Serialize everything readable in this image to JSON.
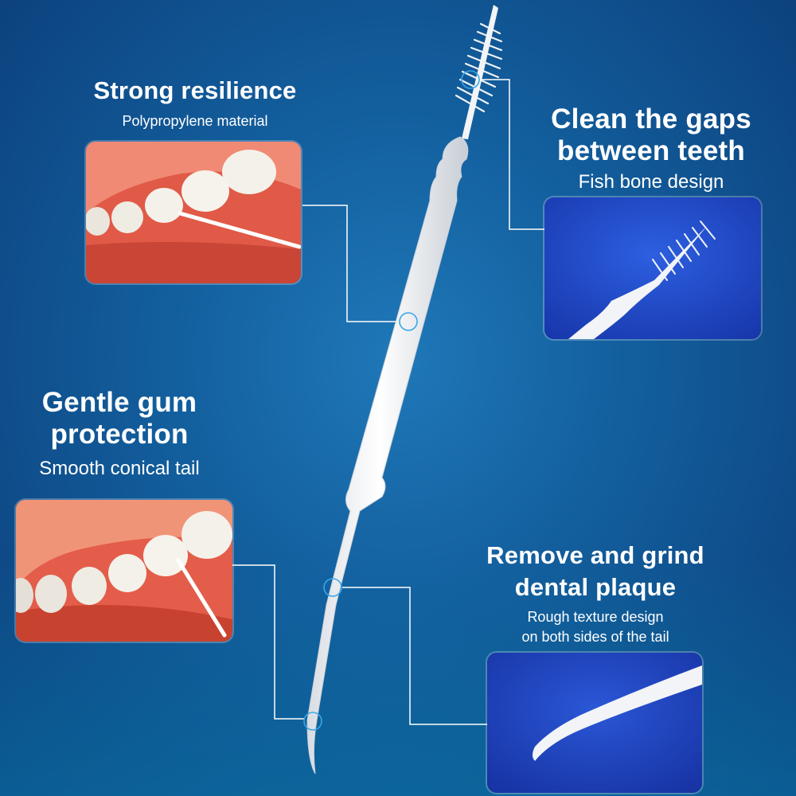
{
  "features": {
    "resilience": {
      "title": "Strong resilience",
      "subtitle": "Polypropylene material"
    },
    "gaps": {
      "title_line1": "Clean the gaps",
      "title_line2": "between teeth",
      "subtitle": "Fish bone design"
    },
    "gum": {
      "title_line1": "Gentle gum",
      "title_line2": "protection",
      "subtitle": "Smooth conical tail"
    },
    "plaque": {
      "title_line1": "Remove and grind",
      "title_line2": "dental plaque",
      "subtitle_line1": "Rough texture design",
      "subtitle_line2": "on both sides of the tail"
    }
  },
  "colors": {
    "background_center": "#1f78b8",
    "background_edge": "#0b3d78",
    "card_blue": "#1d45c8",
    "gum_red": "#e05a47",
    "tooth_white": "#f4f1ea",
    "connector_line": "#ffffff",
    "marker_ring": "#3aa6e8"
  }
}
